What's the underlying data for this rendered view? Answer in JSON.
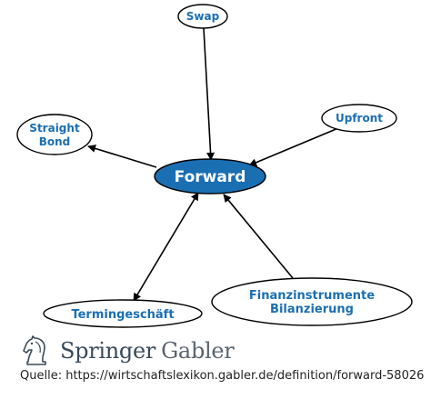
{
  "diagram": {
    "center": "Forward",
    "nodes": {
      "swap": "Swap",
      "upfront": "Upfront",
      "straight_line1": "Straight",
      "straight_line2": "Bond",
      "termingeschaeft": "Termingeschäft",
      "finanz_line1": "Finanzinstrumente",
      "finanz_line2": "Bilanzierung"
    }
  },
  "colors": {
    "center_fill": "#1a6fb3",
    "node_text": "#1a6fb3",
    "edge": "#000000"
  },
  "publisher": {
    "name_part1": "Springer",
    "name_part2": "Gabler"
  },
  "source": {
    "label": "Quelle:",
    "url": "https://wirtschaftslexikon.gabler.de/definition/forward-58026"
  }
}
